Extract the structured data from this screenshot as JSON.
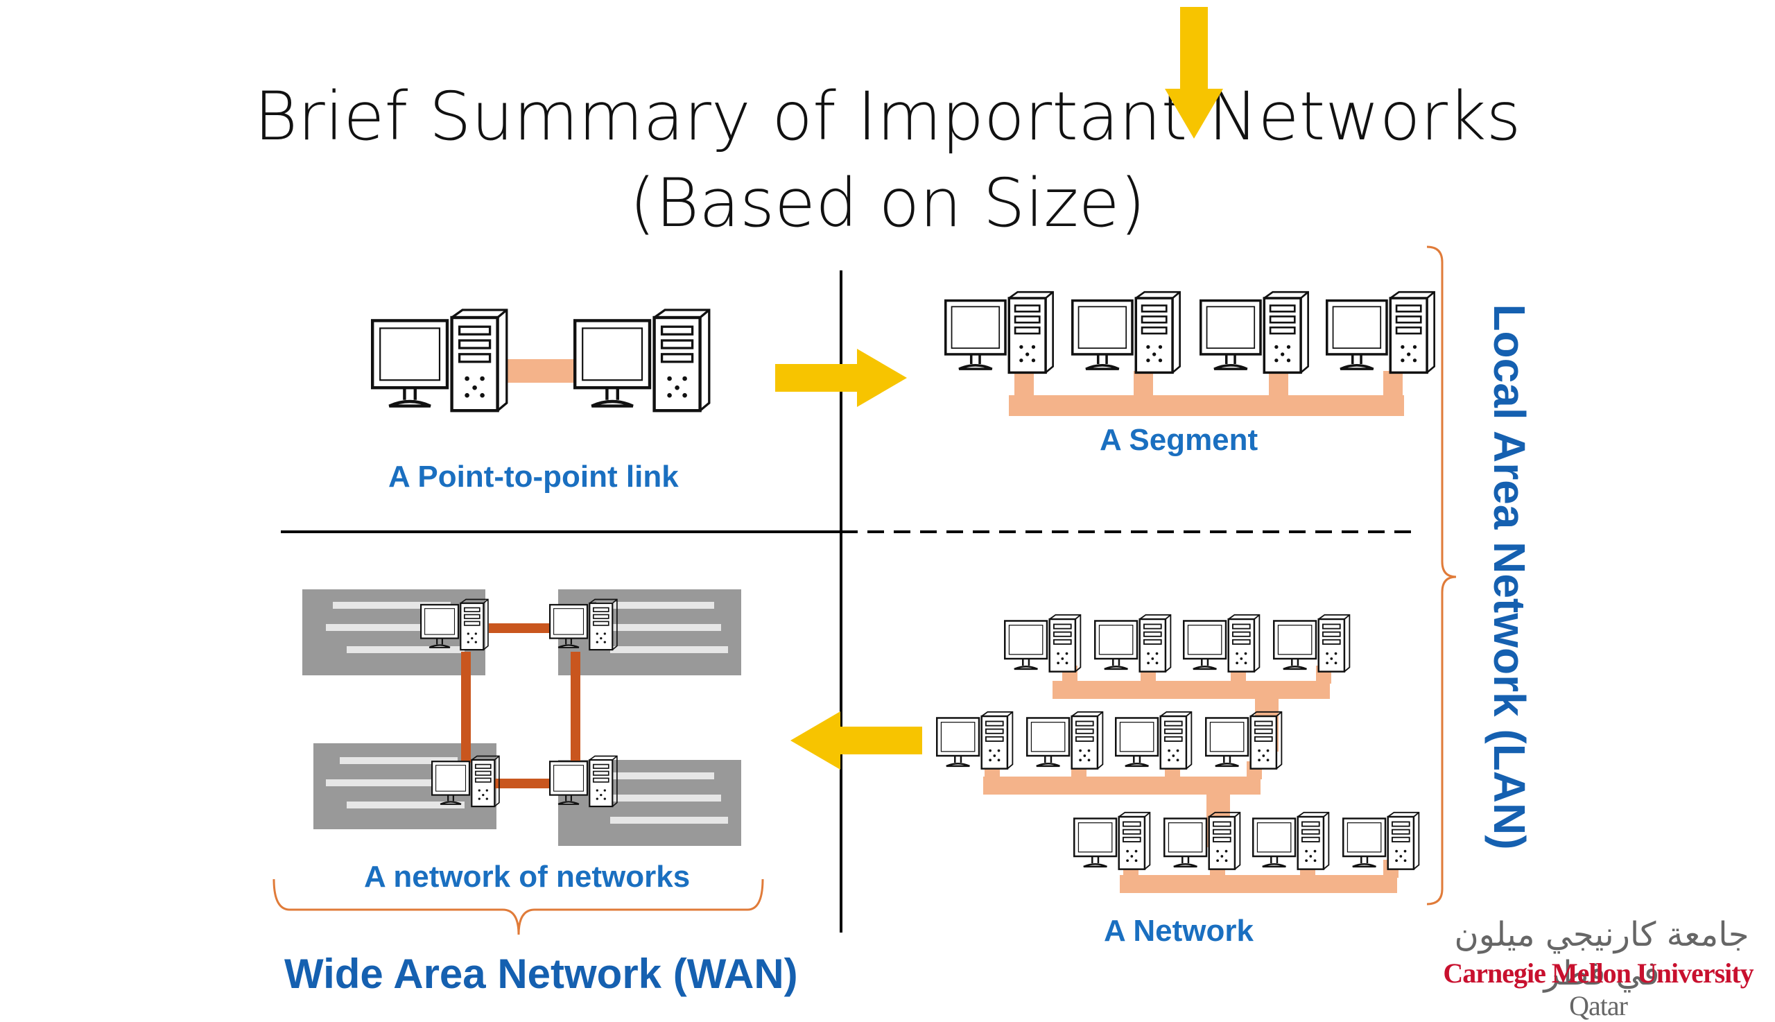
{
  "title": {
    "line1": "Brief Summary of Important Networks",
    "line2": "(Based on Size)"
  },
  "labels": {
    "point_to_point": "A Point-to-point link",
    "segment": "A  Segment",
    "network": "A  Network",
    "network_of_networks": "A network of networks",
    "lan": "Local Area Network (LAN)",
    "wan": "Wide Area Network (WAN)"
  },
  "logo": {
    "arabic": "جامعة كارنيجي ميلون في قطر",
    "english_main": "Carnegie Mellon University",
    "english_suffix": "Qatar"
  },
  "colors": {
    "label_blue": "#1a6fc0",
    "lan_blue": "#1560b0",
    "bus_salmon": "#f4b38a",
    "arrow_yellow": "#f7c400",
    "wan_link_orange": "#c9561e",
    "subnet_gray": "#999999",
    "bracket_orange": "#e07b39"
  },
  "icons": {
    "computer": "desktop-computer-icon",
    "arrow": "right-arrow-icon"
  }
}
